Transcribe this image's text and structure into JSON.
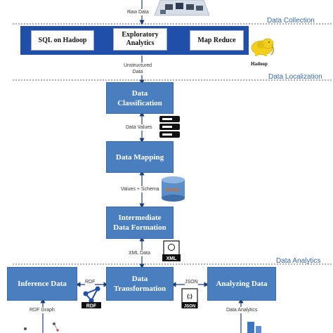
{
  "sections": {
    "collection": "Data Collection",
    "localization": "Data Localization",
    "analytics": "Data Analytics"
  },
  "flow_labels": {
    "raw": "Raw Data",
    "unstructured": "Unstructured\nData",
    "values": "Data Values",
    "values_schema": "Values + Schema",
    "xml": "XML Data",
    "rdf": "RDF",
    "json": "JSON",
    "rdf_graph": "RDF Graph",
    "analytics": "Data Analytics"
  },
  "collection_items": {
    "sql": "SQL on Hadoop",
    "exploratory": "Exploratory\nAnalytics",
    "mapreduce": "Map Reduce",
    "hadoop": "Hadoop"
  },
  "steps": {
    "classification": "Data\nClassification",
    "mapping": "Data Mapping",
    "intermediate": "Intermediate\nData Formation",
    "transformation": "Data\nTransformation",
    "inference": "Inference Data",
    "analyzing": "Analyzing Data"
  },
  "icons": {
    "server": "server-stack-icon",
    "mysql": "mysql-database-icon",
    "mysql_text": "MySQL",
    "xml": "xml-file-icon",
    "xml_text": "XML",
    "rdf": "rdf-graph-icon",
    "rdf_text": "RDF",
    "json": "json-file-icon",
    "json_text": "JSON",
    "json_braces": "{;}"
  },
  "colors": {
    "box": "#4a7fbf",
    "panel": "#1f4fa8",
    "accent": "#3a6aa6",
    "hadoop": "#f2cf1d"
  }
}
